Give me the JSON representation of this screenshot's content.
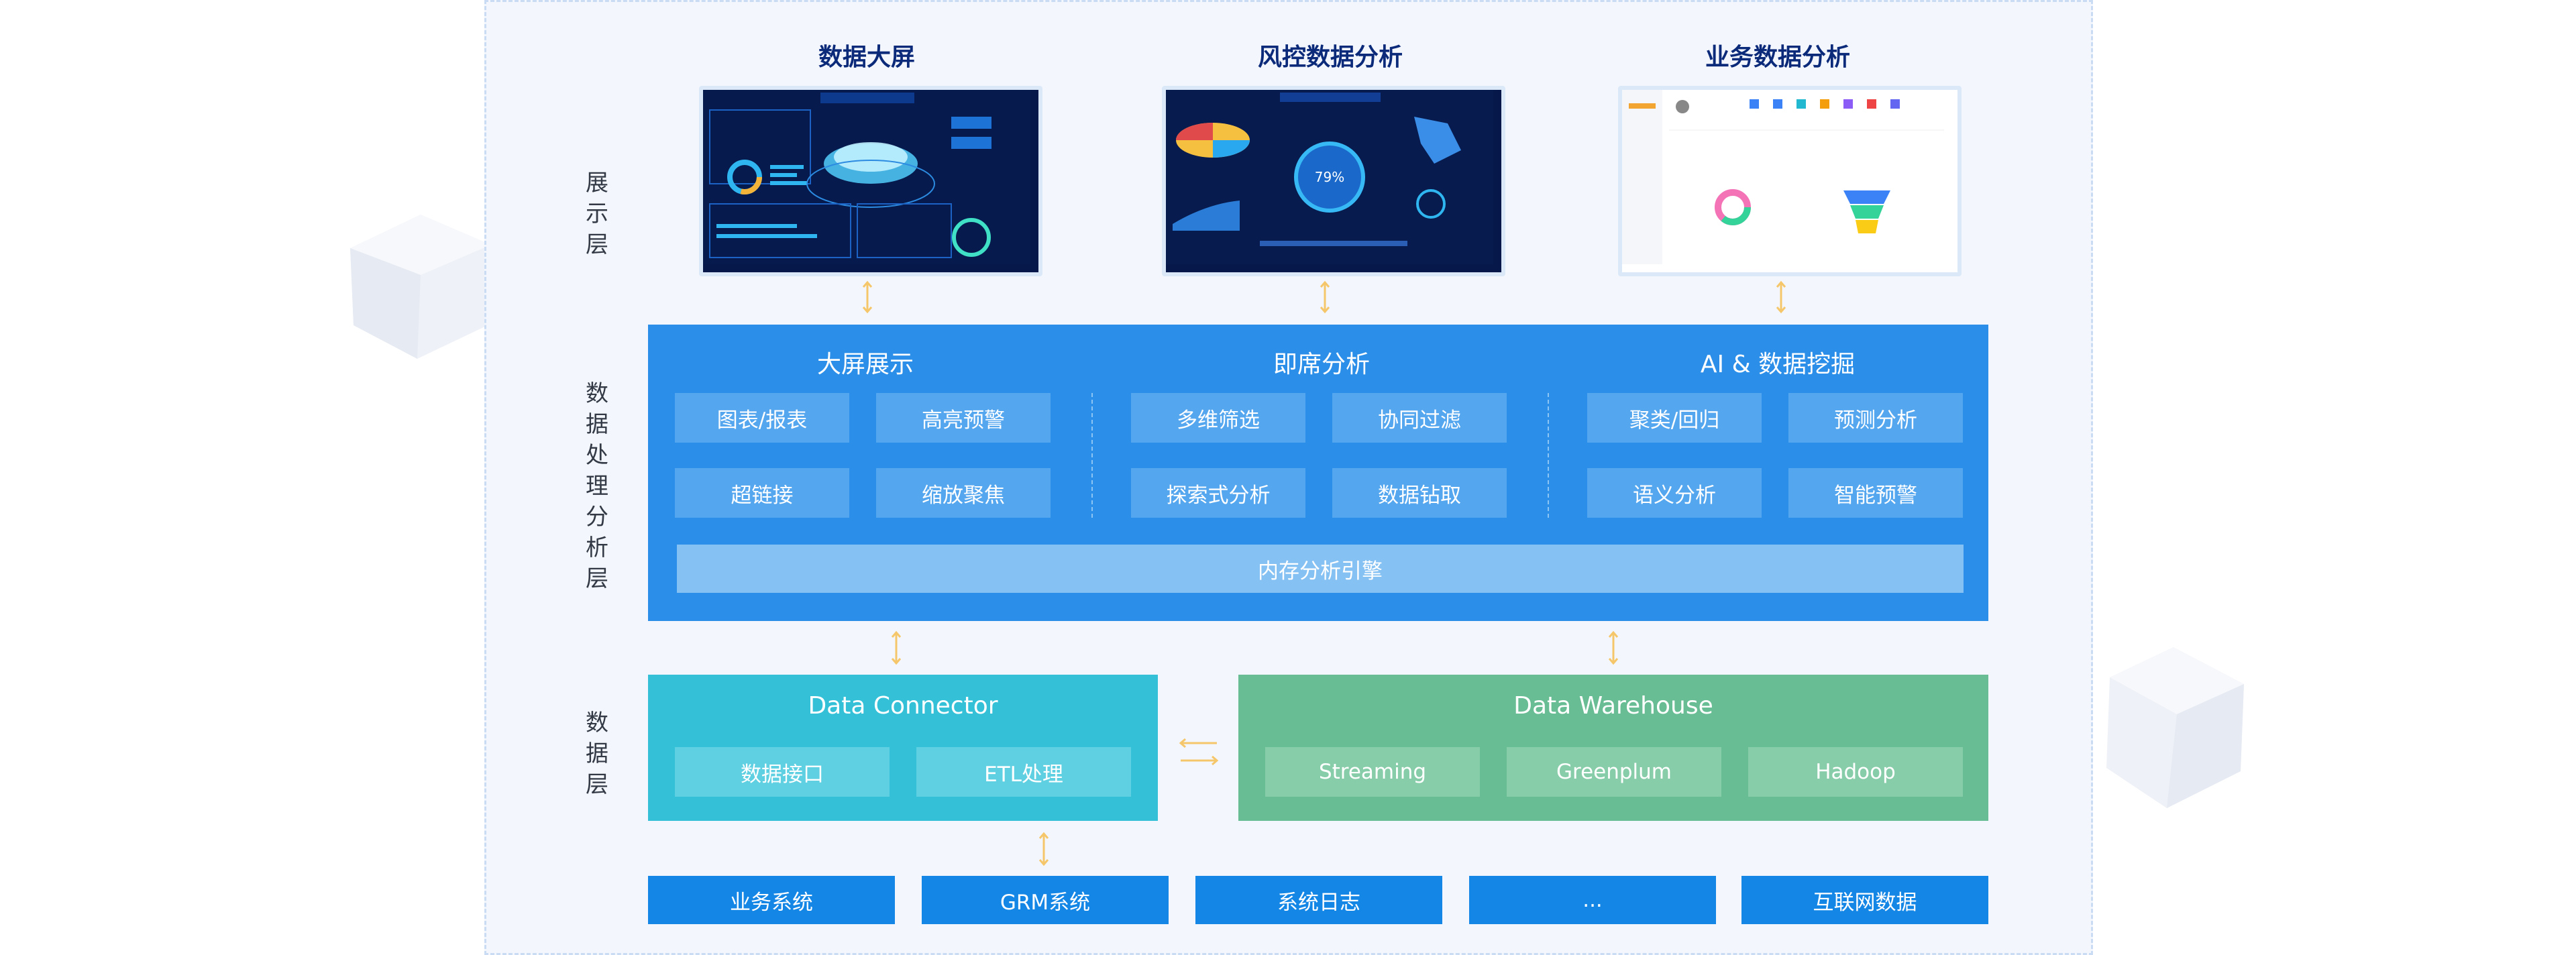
{
  "layers": {
    "presentation": "展示层",
    "processing": "数据处理分析层",
    "data": "数据层"
  },
  "screenshots": [
    {
      "title": "数据大屏"
    },
    {
      "title": "风控数据分析",
      "gauge_value": "79%"
    },
    {
      "title": "业务数据分析"
    }
  ],
  "processing": {
    "columns": [
      {
        "title": "大屏展示",
        "items": [
          "图表/报表",
          "高亮预警",
          "超链接",
          "缩放聚焦"
        ]
      },
      {
        "title": "即席分析",
        "items": [
          "多维筛选",
          "协同过滤",
          "探索式分析",
          "数据钻取"
        ]
      },
      {
        "title": "AI & 数据挖掘",
        "items": [
          "聚类/回归",
          "预测分析",
          "语义分析",
          "智能预警"
        ]
      }
    ],
    "engine": "内存分析引擎"
  },
  "data_layer": {
    "connector": {
      "title": "Data Connector",
      "items": [
        "数据接口",
        "ETL处理"
      ]
    },
    "warehouse": {
      "title": "Data Warehouse",
      "items": [
        "Streaming",
        "Greenplum",
        "Hadoop"
      ]
    }
  },
  "sources": [
    "业务系统",
    "GRM系统",
    "系统日志",
    "...",
    "互联网数据"
  ],
  "colors": {
    "processing": "#2b8ee8",
    "connector": "#34c1d8",
    "warehouse": "#69bd94",
    "source": "#1486e6",
    "arrow": "#f5c66a",
    "title": "#0c2a7a"
  },
  "icons": [
    "double-arrow-vertical-icon",
    "double-arrow-horizontal-icon",
    "decorative-cube-icon"
  ]
}
